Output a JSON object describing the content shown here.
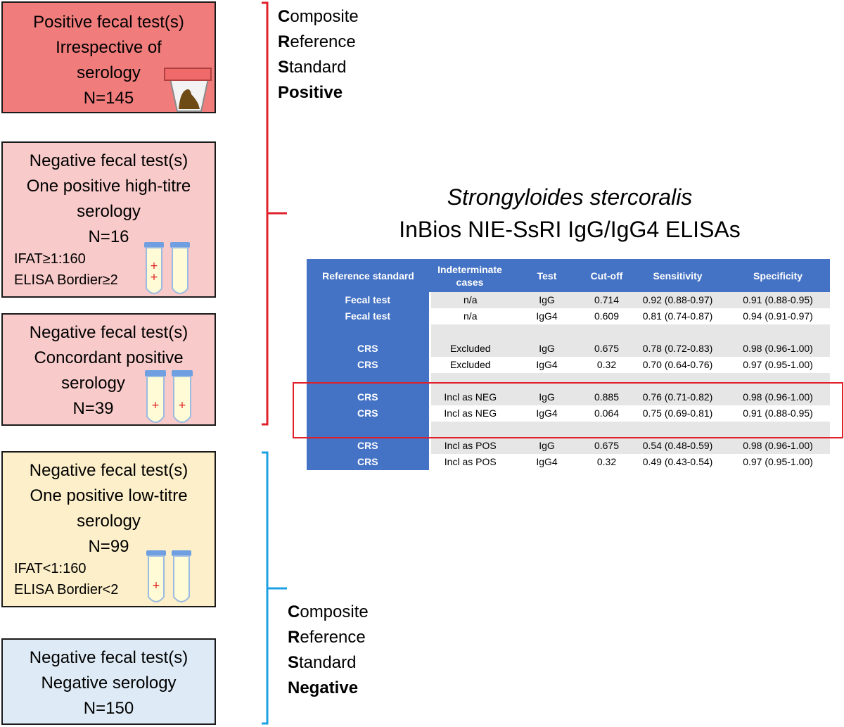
{
  "categories": [
    {
      "lines": [
        "Positive fecal test(s)",
        "Irrespective of",
        "serology",
        "N=145"
      ],
      "notes": []
    },
    {
      "lines": [
        "Negative fecal test(s)",
        "One positive high-titre",
        "serology",
        "N=16"
      ],
      "notes": [
        "IFAT≥1:160",
        "ELISA Bordier≥2"
      ]
    },
    {
      "lines": [
        "Negative fecal test(s)",
        "Concordant positive",
        "serology",
        "N=39"
      ],
      "notes": []
    },
    {
      "lines": [
        "Negative fecal test(s)",
        "One positive low-titre",
        "serology",
        "N=99"
      ],
      "notes": [
        "IFAT<1:160",
        "ELISA Bordier<2"
      ]
    },
    {
      "lines": [
        "Negative fecal test(s)",
        "Negative serology",
        "N=150"
      ],
      "notes": []
    }
  ],
  "crs_positive": {
    "c_initial": "C",
    "c_rest": "omposite",
    "r_initial": "R",
    "r_rest": "eference",
    "s_initial": "S",
    "s_rest": "tandard",
    "verdict": "Positive",
    "color": "#e0202a"
  },
  "crs_negative": {
    "c_initial": "C",
    "c_rest": "omposite",
    "r_initial": "R",
    "r_rest": "eference",
    "s_initial": "S",
    "s_rest": "tandard",
    "verdict": "Negative",
    "color": "#1ba1e2"
  },
  "title": {
    "species": "Strongyloides stercoralis",
    "assay": "InBios NIE-SsRI IgG/IgG4 ELISAs"
  },
  "table": {
    "headers": [
      "Reference standard",
      "Indeterminate cases",
      "Test",
      "Cut-off",
      "Sensitivity",
      "Specificity"
    ],
    "rows": [
      [
        "Fecal test",
        "n/a",
        "IgG",
        "0.714",
        "0.92 (0.88-0.97)",
        "0.91 (0.88-0.95)"
      ],
      [
        "Fecal test",
        "n/a",
        "IgG4",
        "0.609",
        "0.81 (0.74-0.87)",
        "0.94 (0.91-0.97)"
      ],
      [
        "",
        "",
        "",
        "",
        "",
        ""
      ],
      [
        "CRS",
        "Excluded",
        "IgG",
        "0.675",
        "0.78 (0.72-0.83)",
        "0.98 (0.96-1.00)"
      ],
      [
        "CRS",
        "Excluded",
        "IgG4",
        "0.32",
        "0.70 (0.64-0.76)",
        "0.97 (0.95-1.00)"
      ],
      [
        "",
        "",
        "",
        "",
        "",
        ""
      ],
      [
        "CRS",
        "Incl as NEG",
        "IgG",
        "0.885",
        "0.76 (0.71-0.82)",
        "0.98 (0.96-1.00)"
      ],
      [
        "CRS",
        "Incl as NEG",
        "IgG4",
        "0.064",
        "0.75 (0.69-0.81)",
        "0.91 (0.88-0.95)"
      ],
      [
        "",
        "",
        "",
        "",
        "",
        ""
      ],
      [
        "CRS",
        "Incl as POS",
        "IgG",
        "0.675",
        "0.54 (0.48-0.59)",
        "0.98 (0.96-1.00)"
      ],
      [
        "CRS",
        "Incl as POS",
        "IgG4",
        "0.32",
        "0.49 (0.43-0.54)",
        "0.97 (0.95-1.00)"
      ]
    ]
  },
  "colors": {
    "positive_box": "#f07c7c",
    "high_titre_box": "#f9caca",
    "low_titre_box": "#fcefc9",
    "negative_box": "#deebf7",
    "table_header": "#4472c4",
    "highlight": "#e0202a"
  }
}
